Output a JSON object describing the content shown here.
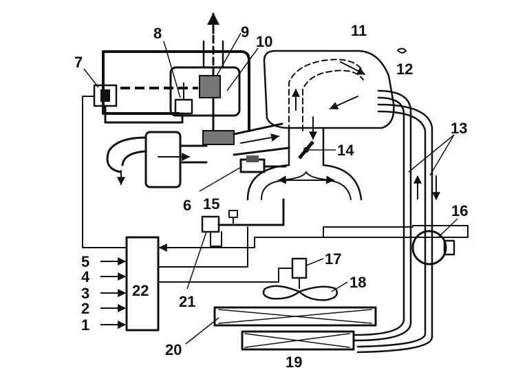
{
  "labels": {
    "l1": "1",
    "l2": "2",
    "l3": "3",
    "l4": "4",
    "l5": "5",
    "l6": "6",
    "l7": "7",
    "l8": "8",
    "l9": "9",
    "l10": "10",
    "l11": "11",
    "l12": "12",
    "l13": "13",
    "l14": "14",
    "l15": "15",
    "l16": "16",
    "l17": "17",
    "l18": "18",
    "l19": "19",
    "l20": "20",
    "l21": "21",
    "l22": "22"
  },
  "colors": {
    "ink": "#111111",
    "paper": "#ffffff"
  }
}
